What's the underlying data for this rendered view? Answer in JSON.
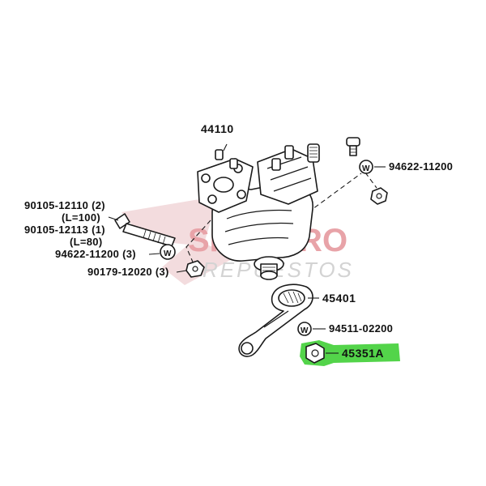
{
  "watermark": {
    "brand": "SPARARO",
    "tagline": "REPUESTOS",
    "colors": {
      "logo": "#e8a3a8",
      "tagline": "#d3d3d3"
    }
  },
  "highlight_color": "#53d44a",
  "parts": {
    "gear_box": {
      "number": "44110"
    },
    "pitman_arm": {
      "number": "45401"
    },
    "nut_highlighted": {
      "number": "45351A"
    },
    "washer_arm": {
      "number": "94511-02200",
      "symbol": "W"
    },
    "washer_top_right": {
      "number": "94622-11200",
      "symbol": "W"
    },
    "bolt_a": {
      "number": "90105-12110 (2)",
      "spec": "(L=100)"
    },
    "bolt_b": {
      "number": "90105-12113 (1)",
      "spec": "(L=80)"
    },
    "washer_left": {
      "number": "94622-11200 (3)",
      "symbol": "W"
    },
    "nut_left": {
      "number": "90179-12020 (3)"
    }
  }
}
